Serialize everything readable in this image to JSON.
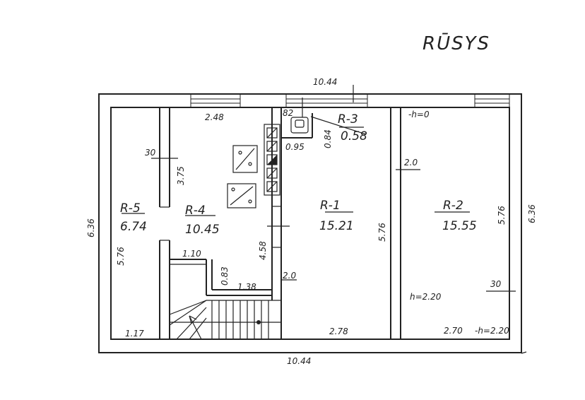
{
  "title": "RŪSYS",
  "dimensions": {
    "top_total": "10.44",
    "bottom_total": "10.44",
    "left_height": "6.36",
    "right_height": "6.36"
  },
  "rooms": [
    {
      "id": "R-1",
      "area": "15.21"
    },
    {
      "id": "R-2",
      "area": "15.55"
    },
    {
      "id": "R-3",
      "area": "0.58"
    },
    {
      "id": "R-4",
      "area": "10.45"
    },
    {
      "id": "R-5",
      "area": "6.74"
    }
  ],
  "labels": {
    "r5_wall": "30",
    "r5_height": "5.76",
    "r5_width": "1.17",
    "r4_top": "2.48",
    "r4_side": "3.75",
    "r4_stair_width": "1.10",
    "r4_stair_depth": "0.83",
    "r4_stair_len": "1.38",
    "r4_partition": "4.58",
    "r4_wall": "2.0",
    "r3_a": "82",
    "r3_b": "0.95",
    "r3_c": "0.84",
    "r1_height": "5.76",
    "r1_width": "2.78",
    "r2_h0": "-h=0",
    "r2_wall": "2.0",
    "r2_height": "5.76",
    "r2_wall30": "30",
    "r2_h": "h=2.20",
    "r2_width": "2.70",
    "r2_h_bottom": "-h=2.20"
  }
}
